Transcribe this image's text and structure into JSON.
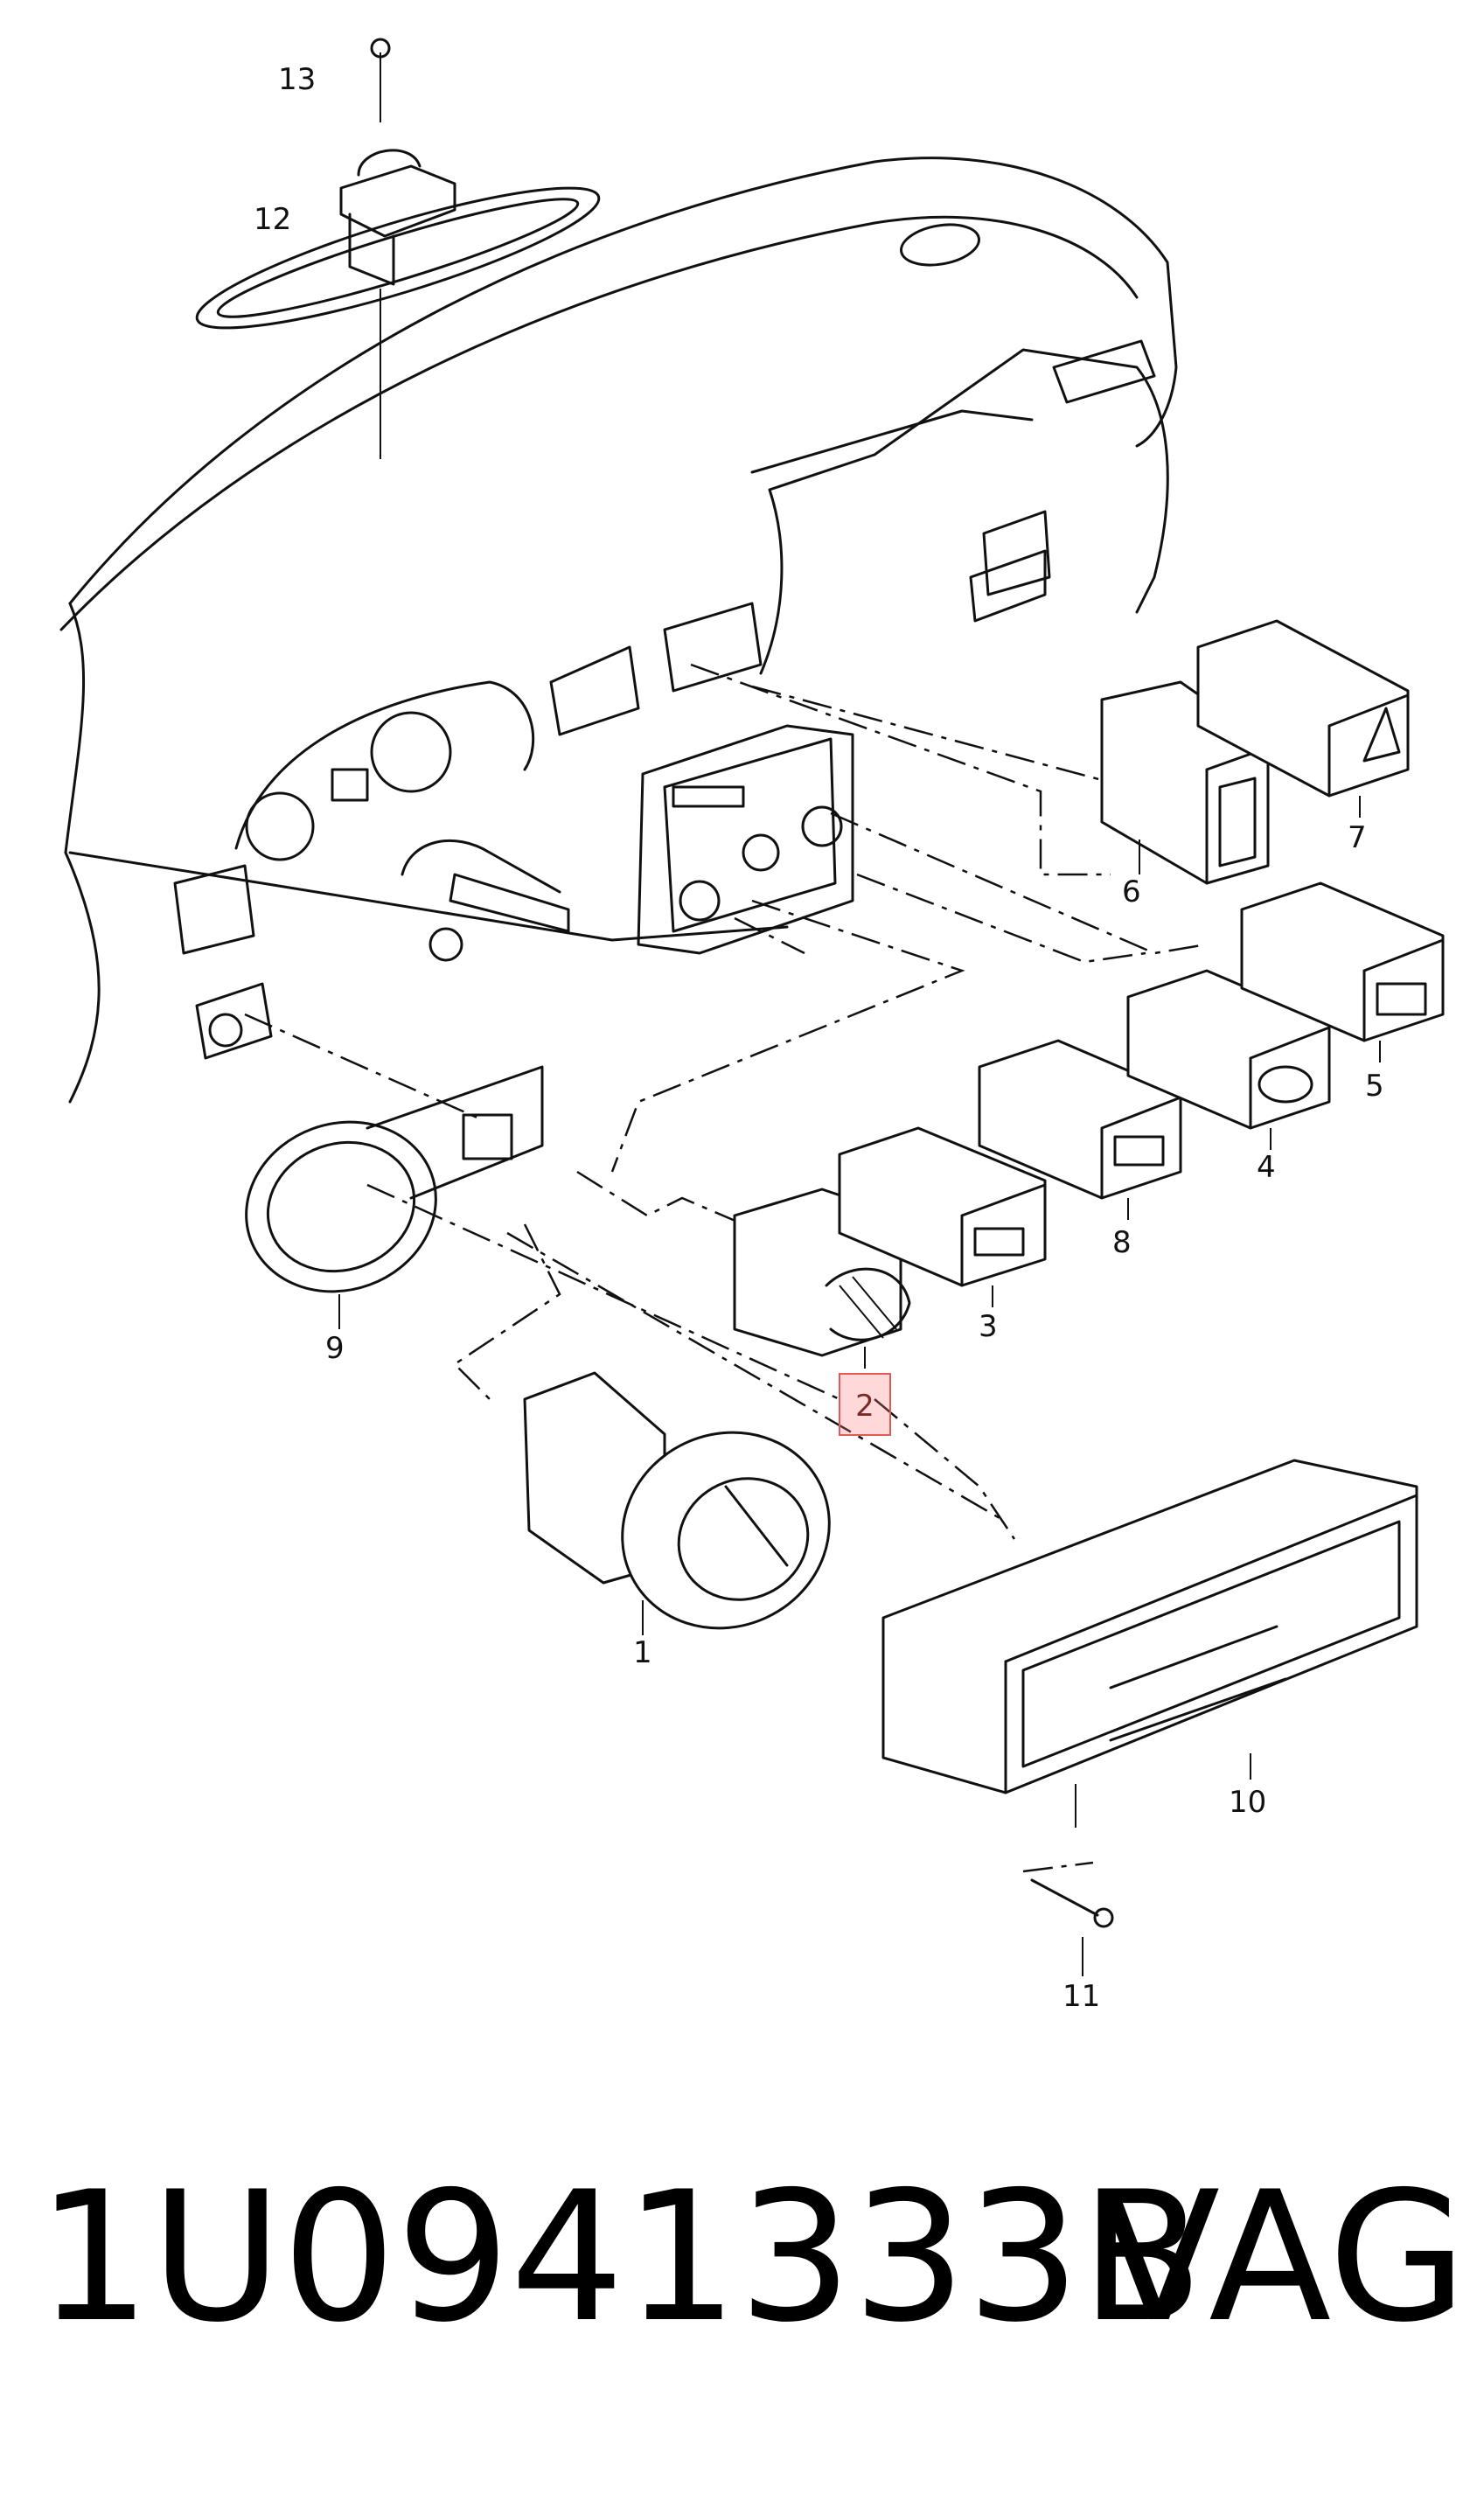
{
  "callouts": {
    "c1": "1",
    "c2": "2",
    "c3": "3",
    "c4": "4",
    "c5": "5",
    "c6": "6",
    "c7": "7",
    "c8": "8",
    "c9": "9",
    "c10": "10",
    "c11": "11",
    "c12": "12",
    "c13": "13"
  },
  "highlighted_callout": "2",
  "footer": {
    "part_number": "1U0941333B",
    "brand": "VAG"
  }
}
